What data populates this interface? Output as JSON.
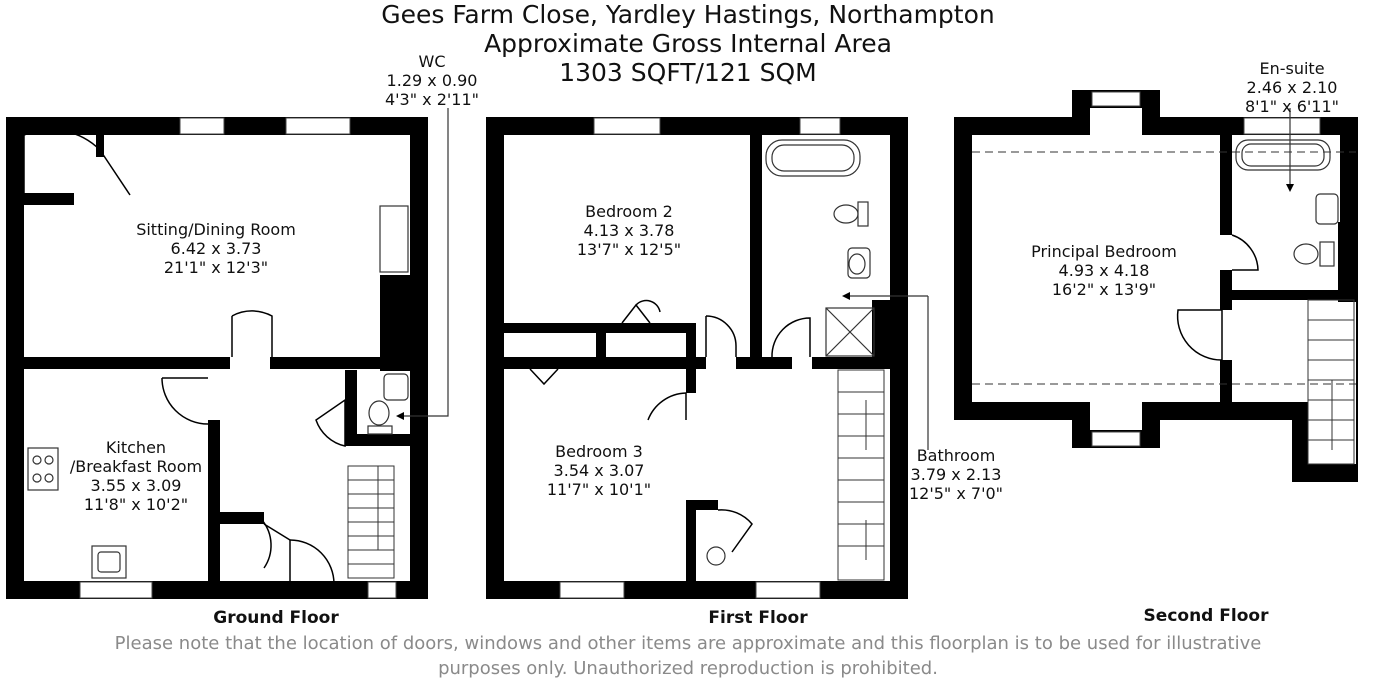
{
  "header": {
    "line1": "Gees Farm Close, Yardley Hastings, Northampton",
    "line2": "Approximate Gross Internal Area",
    "line3": "1303 SQFT/121 SQM"
  },
  "rooms": {
    "wc": {
      "name": "WC",
      "metric": "1.29 x 0.90",
      "imperial": "4'3\" x 2'11\""
    },
    "sitting": {
      "name": "Sitting/Dining Room",
      "metric": "6.42 x 3.73",
      "imperial": "21'1\" x 12'3\""
    },
    "kitchen": {
      "name1": "Kitchen",
      "name2": "/Breakfast Room",
      "metric": "3.55 x 3.09",
      "imperial": "11'8\" x 10'2\""
    },
    "bed2": {
      "name": "Bedroom 2",
      "metric": "4.13 x 3.78",
      "imperial": "13'7\" x 12'5\""
    },
    "bed3": {
      "name": "Bedroom 3",
      "metric": "3.54 x 3.07",
      "imperial": "11'7\" x 10'1\""
    },
    "bathroom": {
      "name": "Bathroom",
      "metric": "3.79 x 2.13",
      "imperial": "12'5\" x 7'0\""
    },
    "principal": {
      "name": "Principal Bedroom",
      "metric": "4.93 x 4.18",
      "imperial": "16'2\" x 13'9\""
    },
    "ensuite": {
      "name": "En-suite",
      "metric": "2.46 x 2.10",
      "imperial": "8'1\" x 6'11\""
    }
  },
  "floors": {
    "ground": "Ground Floor",
    "first": "First Floor",
    "second": "Second Floor"
  },
  "disclaimer": {
    "line1": "Please note that the location of doors, windows and other items are approximate and this floorplan is to be used for illustrative",
    "line2": "purposes only. Unauthorized reproduction is prohibited."
  },
  "colors": {
    "wall": "#000000",
    "text": "#111111",
    "note": "#8a8a8a"
  }
}
